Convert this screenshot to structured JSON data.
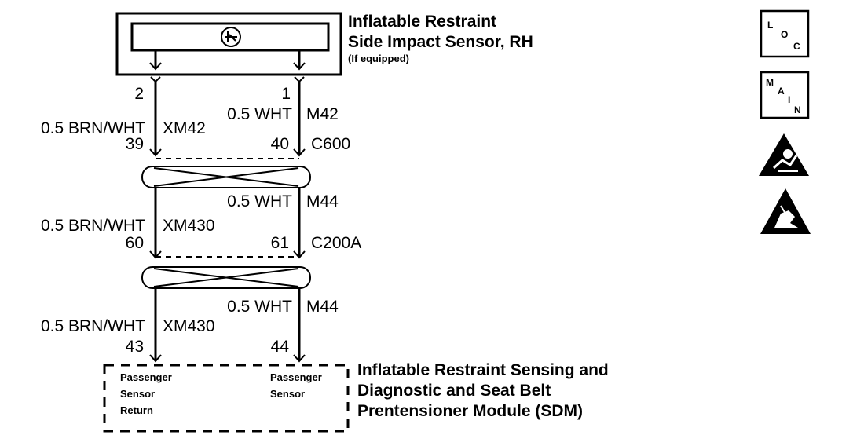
{
  "components": {
    "sensor": {
      "title_line1": "Inflatable Restraint",
      "title_line2": "Side Impact Sensor, RH",
      "note": "(If equipped)"
    },
    "module": {
      "title_line1": "Inflatable Restraint Sensing and",
      "title_line2": "Diagnostic and Seat Belt",
      "title_line3": "Prentensioner Module (SDM)",
      "left_pin_line1": "Passenger",
      "left_pin_line2": "Sensor",
      "left_pin_line3": "Return",
      "right_pin_line1": "Passenger",
      "right_pin_line2": "Sensor"
    }
  },
  "sensor_pins": {
    "left": "2",
    "right": "1"
  },
  "segments": [
    {
      "left_wire": "0.5 BRN/WHT",
      "left_circuit": "XM42",
      "right_wire": "0.5 WHT",
      "right_circuit": "M42"
    },
    {
      "left_wire": "0.5 BRN/WHT",
      "left_circuit": "XM430",
      "right_wire": "0.5 WHT",
      "right_circuit": "M44"
    },
    {
      "left_wire": "0.5 BRN/WHT",
      "left_circuit": "XM430",
      "right_wire": "0.5 WHT",
      "right_circuit": "M44"
    }
  ],
  "connectors": [
    {
      "name": "C600",
      "left_pin": "39",
      "right_pin": "40"
    },
    {
      "name": "C200A",
      "left_pin": "60",
      "right_pin": "61"
    }
  ],
  "module_pins": {
    "left": "43",
    "right": "44"
  },
  "side_icons": [
    {
      "icon": "loc-icon",
      "letters": [
        "L",
        "O",
        "C"
      ]
    },
    {
      "icon": "main-icon",
      "letters": [
        "M",
        "A",
        "I",
        "N"
      ]
    },
    {
      "icon": "airbag-caution-icon"
    },
    {
      "icon": "esd-caution-icon"
    }
  ]
}
